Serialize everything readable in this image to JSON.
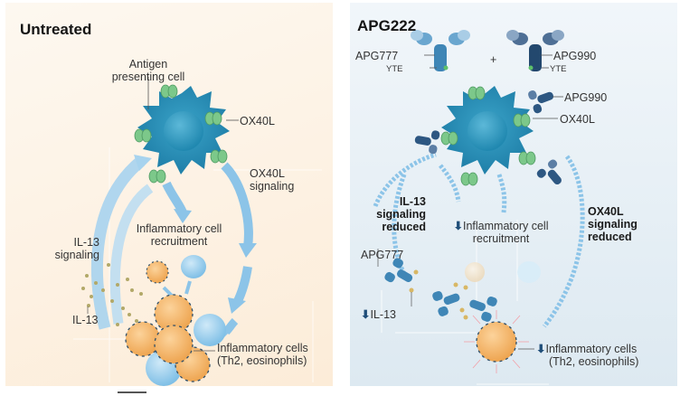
{
  "panels": {
    "untreated": {
      "title": "Untreated",
      "labels": {
        "apc_line1": "Antigen",
        "apc_line2": "presenting cell",
        "ox40l": "OX40L",
        "ox40l_signaling_line1": "OX40L",
        "ox40l_signaling_line2": "signaling",
        "recruitment_line1": "Inflammatory cell",
        "recruitment_line2": "recruitment",
        "il13_signaling_line1": "IL-13",
        "il13_signaling_line2": "signaling",
        "il13": "IL-13",
        "inflam_cells_line1": "Inflammatory cells",
        "inflam_cells_line2": "(Th2, eosinophils)"
      }
    },
    "apg222": {
      "title": "APG222",
      "labels": {
        "apg777": "APG777",
        "yte_left": "YTE",
        "plus": "+",
        "apg990": "APG990",
        "yte_right": "YTE",
        "apg990_bound": "APG990",
        "ox40l": "OX40L",
        "il13_reduced_line1": "IL-13",
        "il13_reduced_line2": "signaling",
        "il13_reduced_line3": "reduced",
        "recruitment_line1": "Inflammatory cell",
        "recruitment_line2": "recruitment",
        "ox40l_reduced_line1": "OX40L",
        "ox40l_reduced_line2": "signaling",
        "ox40l_reduced_line3": "reduced",
        "apg777_bound": "APG777",
        "il13": "IL-13",
        "inflam_cells_line1": "Inflammatory cells",
        "inflam_cells_line2": "(Th2, eosinophils)"
      }
    }
  },
  "icons": {
    "down_arrow": "⬇"
  },
  "colors": {
    "untreated_bg": "#fdf3e6",
    "apg222_bg": "#e8f0f6",
    "apc_cell": "#2a8db5",
    "ox40l_receptor": "#7cc88a",
    "signal_arrow": "#8cc4e8",
    "inflammatory_cell": "#f2b466",
    "eosinophil": "#9fd0ee",
    "antibody_light": "#3f86b6",
    "antibody_dark": "#23486e",
    "reduced_arrow": "#1f4e79"
  }
}
